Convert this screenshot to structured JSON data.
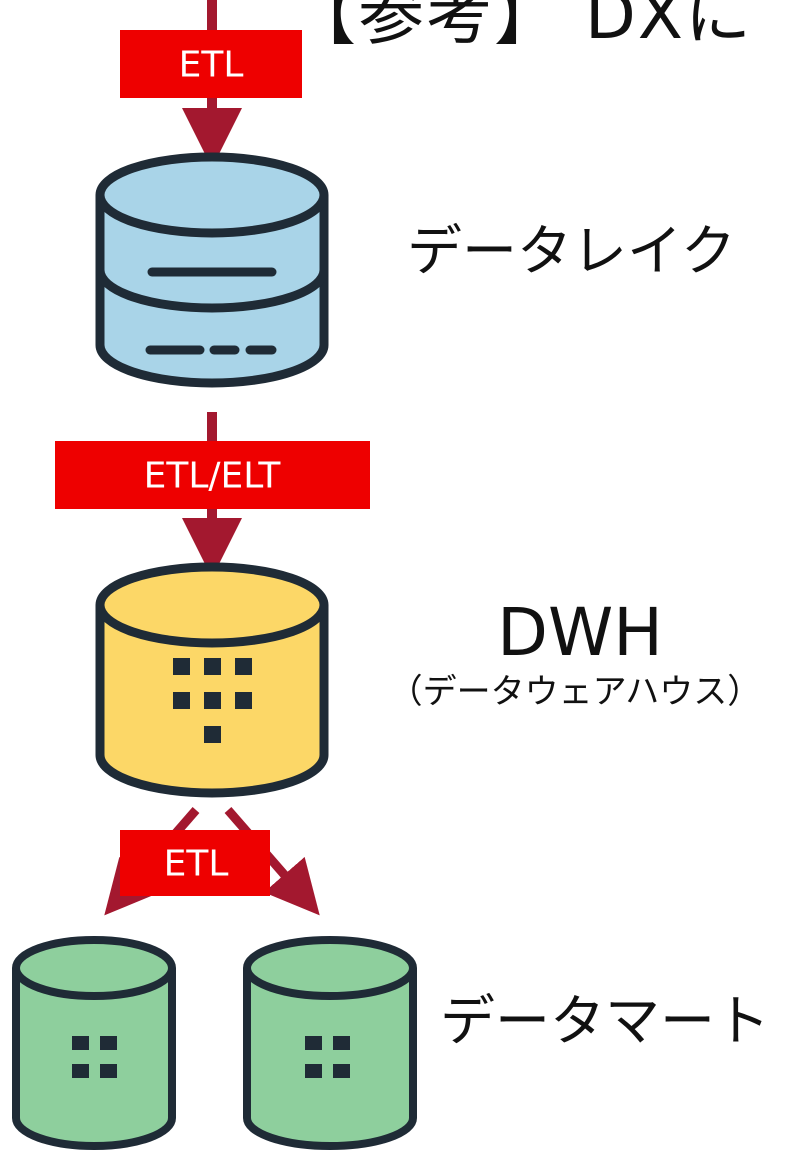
{
  "title_fragment": "【参考】 DXに",
  "flow": {
    "step1_label": "ETL",
    "step2_label": "ETL/ELT",
    "step3_label": "ETL"
  },
  "stores": {
    "data_lake": "データレイク",
    "dwh_title": "DWH",
    "dwh_subtitle": "（データウェアハウス）",
    "data_mart": "データマート"
  },
  "colors": {
    "etl_box": "#ee0000",
    "arrow": "#a3182f",
    "lake_fill": "#a9d4e8",
    "dwh_fill": "#fcd767",
    "mart_fill": "#8ecf9d",
    "outline": "#1f2b36"
  }
}
